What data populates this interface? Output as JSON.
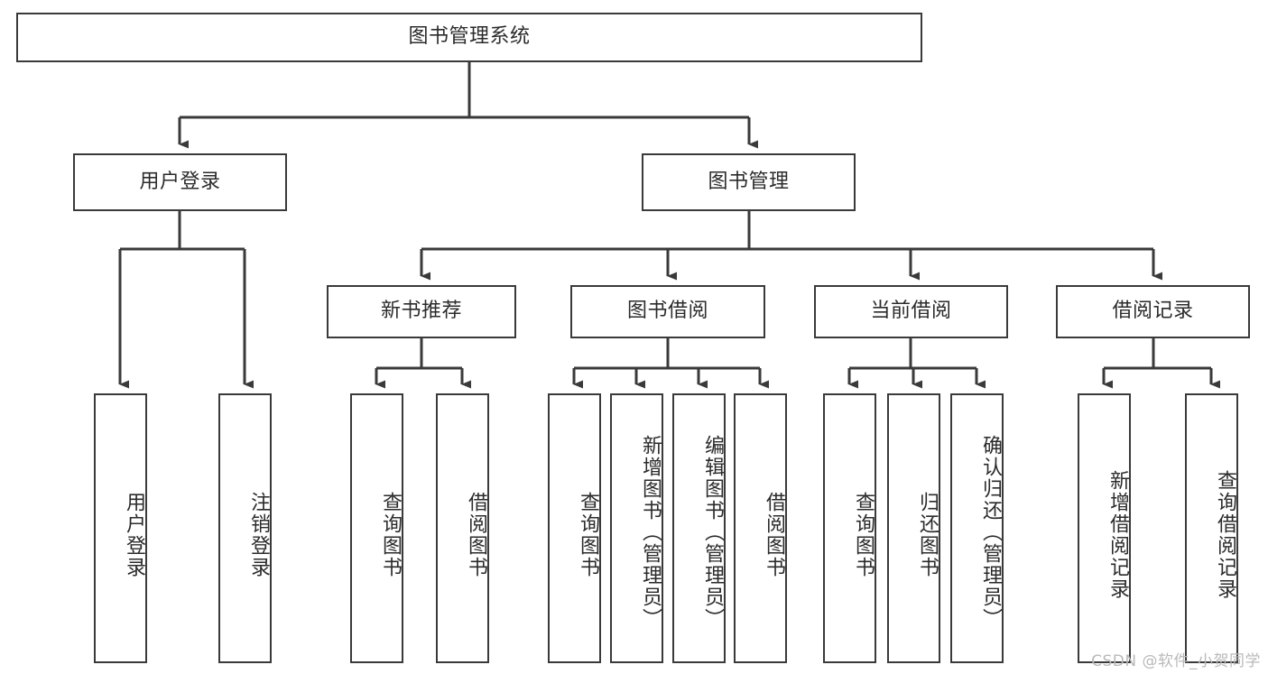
{
  "diagram": {
    "type": "tree-hierarchy",
    "title": "图书管理系统",
    "watermark": "CSDN @软件_小贺同学",
    "colors": {
      "stroke": "#3a3a3a",
      "fill": "#ffffff",
      "text": "#2b2b2b",
      "watermark": "#b9b9b9"
    },
    "levels": {
      "root": {
        "label": "图书管理系统"
      },
      "level2": [
        {
          "label": "用户登录"
        },
        {
          "label": "图书管理"
        }
      ],
      "level3": [
        {
          "label": "新书推荐"
        },
        {
          "label": "图书借阅"
        },
        {
          "label": "当前借阅"
        },
        {
          "label": "借阅记录"
        }
      ],
      "leaves": {
        "user_login": [
          {
            "label": "用户登录"
          },
          {
            "label": "注销登录"
          }
        ],
        "new_book": [
          {
            "label": "查询图书"
          },
          {
            "label": "借阅图书"
          }
        ],
        "book_borrow": [
          {
            "label": "查询图书"
          },
          {
            "label": "新增图书（管理员）"
          },
          {
            "label": "编辑图书（管理员）"
          },
          {
            "label": "借阅图书"
          }
        ],
        "current_borrow": [
          {
            "label": "查询图书"
          },
          {
            "label": "归还图书"
          },
          {
            "label": "确认归还（管理员）"
          }
        ],
        "borrow_record": [
          {
            "label": "新增借阅记录"
          },
          {
            "label": "查询借阅记录"
          }
        ]
      }
    }
  }
}
